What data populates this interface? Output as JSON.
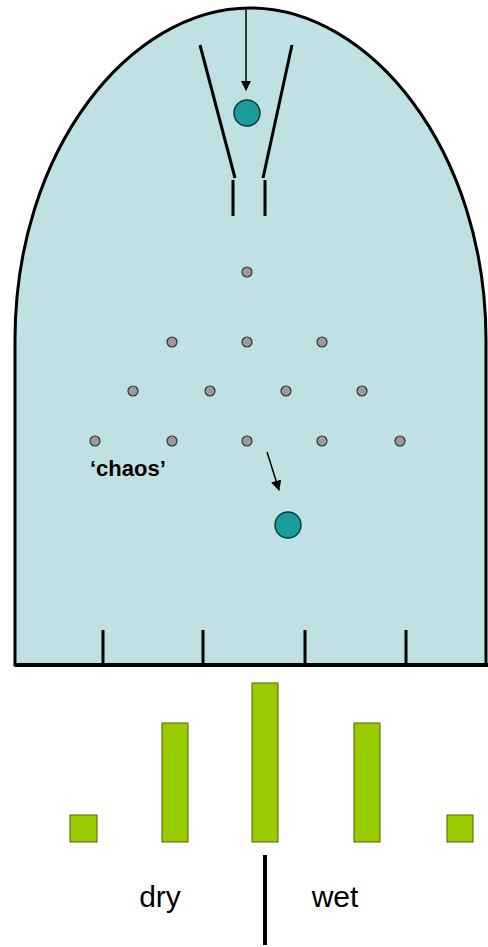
{
  "diagram": {
    "labels": [
      "‘chaos’",
      "dry",
      "wet"
    ]
  }
}
